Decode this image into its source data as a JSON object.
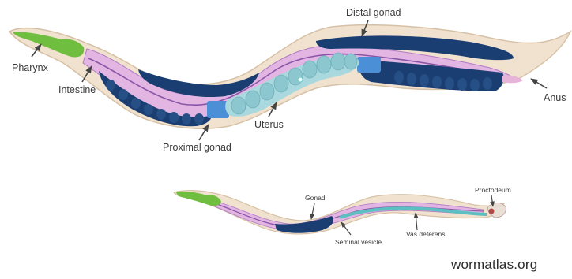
{
  "hermaphrodite": {
    "labels": {
      "pharynx": "Pharynx",
      "intestine": "Intestine",
      "distal_gonad": "Distal gonad",
      "uterus": "Uterus",
      "proximal_gonad": "Proximal gonad",
      "anus": "Anus"
    }
  },
  "male": {
    "labels": {
      "gonad": "Gonad",
      "seminal_vesicle": "Seminal vesicle",
      "vas_deferens": "Vas deferens",
      "proctodeum": "Proctodeum"
    }
  },
  "watermark": "wormatlas.org",
  "colors": {
    "body": "#f1e2cf",
    "body_outline": "#d6c1a6",
    "pharynx": "#6fbe3f",
    "intestine": "#dba8dc",
    "intestine_line": "#8a56a8",
    "gonad": "#1b3e72",
    "uterus": "#9fd3da",
    "vas_deferens": "#5cc0c2",
    "proctodeum": "#b04a46"
  }
}
